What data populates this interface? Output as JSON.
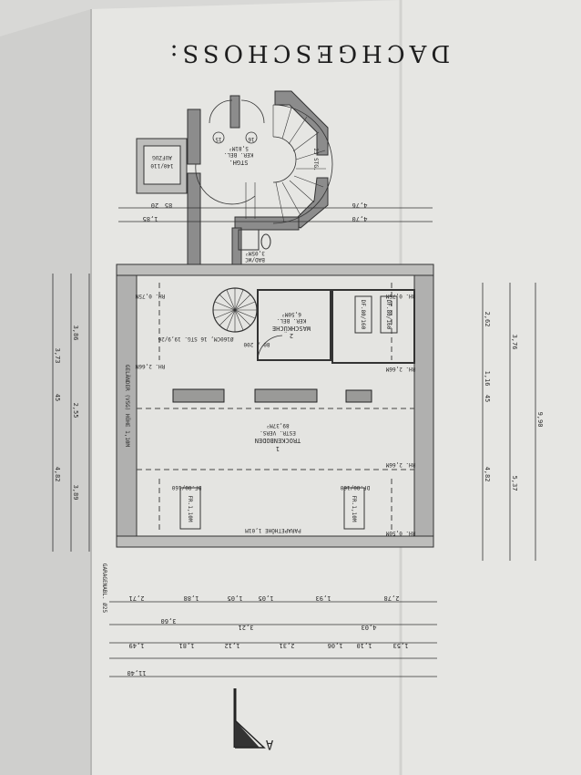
{
  "title": "DACHGESCHOSS:",
  "rooms": {
    "attic": {
      "number": "1",
      "name": "TROCKENBODEN",
      "finish": "ESTR. VERS.",
      "area": "89,37M²"
    },
    "laundry": {
      "number": "2",
      "name": "WASCHKÜCHE",
      "finish": "KER. BEL.",
      "area": "6,50M²"
    },
    "stairwell": {
      "name": "STGH.",
      "finish": "KER. BEL.",
      "area": "5,81M²",
      "steps": "23 STG."
    },
    "wc": {
      "name": "BAD/WC",
      "area": "3,05M²"
    },
    "elevator": {
      "name": "AUFZUG",
      "size": "140/110"
    }
  },
  "annotations": {
    "spiral_stair": "Ø160CM, 16 STG. 19,9/26",
    "door_80_200": "80 / 200",
    "rh_266_left": "RH. 2,66M",
    "rh_266_right": "RH. 2,66M",
    "rh_075_left": "RH. 0,75M",
    "rh_075_right": "RH. 0,75M",
    "rh_266_bl": "RH. 2,66M",
    "rh_050_br": "RH. 0,50M",
    "skylight_1": "DF.80/160",
    "skylight_2": "DF.80/160",
    "skylight_3": "DF.80/160",
    "skylight_4": "DF.80/160",
    "fr_1": "FR.1,10M",
    "fr_2": "FR.1,10M",
    "parapet": "PARAPETHÖHE 1,01M",
    "railing": "GELÄNDER (VSG) HÖHE 1,10M",
    "garage": "GARAGENABL. Ø25",
    "door_15": "15",
    "door_16": "16",
    "north": "A"
  },
  "dimensions": {
    "total_width": "11,40",
    "total_depth": "9,90",
    "right": [
      "3,76",
      "5,37",
      "4,82",
      "2,62",
      "1,16",
      "45"
    ],
    "left": [
      "3,86",
      "3,73",
      "2,55",
      "3,89",
      "4,82",
      "45"
    ],
    "bottom_row1": [
      "2,71",
      "1,88",
      "1,05",
      "1,05",
      "1,93",
      "2,78"
    ],
    "bottom_row2": [
      "3,60",
      "3,21",
      "4,03"
    ],
    "bottom_row3": [
      "1,49",
      "1,81",
      "1,12",
      "2,31",
      "1,06",
      "1,10",
      "1,53"
    ],
    "top": [
      "4,76",
      "4,70",
      "1,85",
      "85",
      "20"
    ]
  }
}
